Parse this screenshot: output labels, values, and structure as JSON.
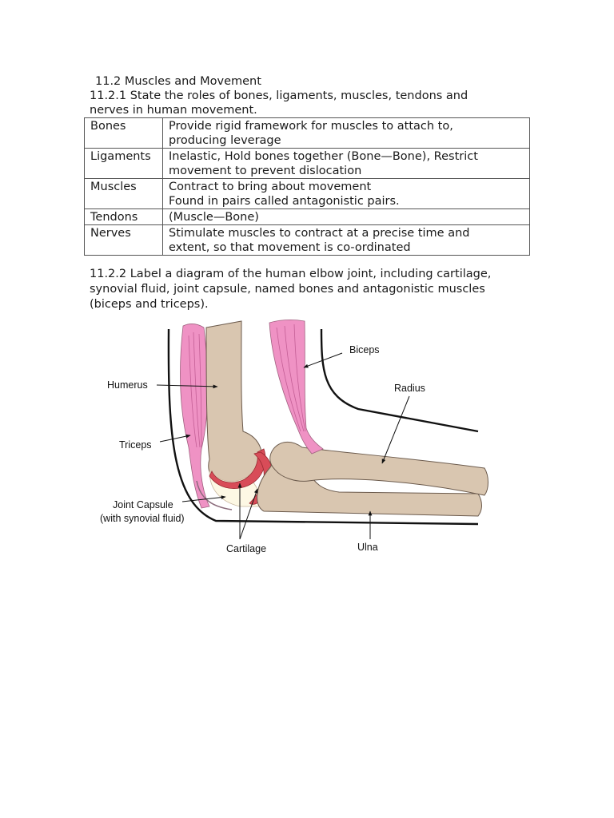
{
  "heading": "11.2 Muscles and Movement",
  "question_1": "11.2.1 State the roles of bones, ligaments, muscles, tendons and nerves in human movement.",
  "roles_table": [
    {
      "term": "Bones",
      "lines": [
        "Provide rigid framework for muscles to attach to,",
        "producing leverage"
      ]
    },
    {
      "term": "Ligaments",
      "lines": [
        "Inelastic, Hold bones together (Bone—Bone), Restrict",
        "movement to prevent dislocation"
      ]
    },
    {
      "term": "Muscles",
      "lines": [
        "Contract to bring about movement",
        "Found in pairs called antagonistic pairs."
      ]
    },
    {
      "term": "Tendons",
      "lines": [
        "(Muscle—Bone)"
      ]
    },
    {
      "term": "Nerves",
      "lines": [
        "Stimulate muscles to contract at a precise time and",
        "extent, so that movement is co-ordinated"
      ]
    }
  ],
  "question_2": "11.2.2 Label a diagram of the human elbow joint, including cartilage, synovial fluid, joint capsule, named bones and antagonistic muscles (biceps and triceps).",
  "diagram": {
    "labels": {
      "biceps": "Biceps",
      "humerus": "Humerus",
      "radius": "Radius",
      "triceps": "Triceps",
      "joint_capsule_1": "Joint Capsule",
      "joint_capsule_2": "(with synovial fluid)",
      "cartilage": "Cartilage",
      "ulna": "Ulna"
    },
    "colors": {
      "bone": "#d9c6b0",
      "muscle": "#ef92c4",
      "cartilage": "#d84c58",
      "fluid": "#fdf8e4"
    }
  }
}
